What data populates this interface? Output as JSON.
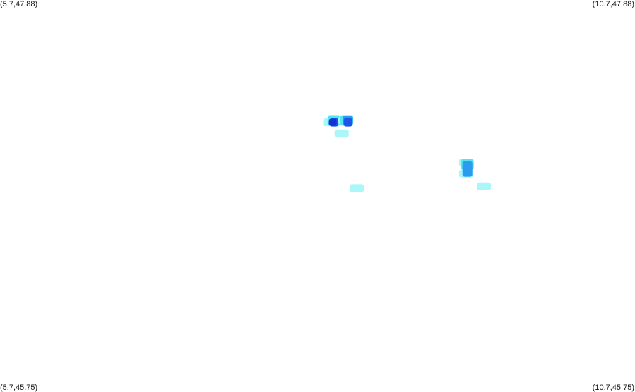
{
  "corners": {
    "top_left": "(5.7,47.88)",
    "top_right": "(10.7,47.88)",
    "bottom_left": "(5.7,45.75)",
    "bottom_right": "(10.7,45.75)"
  },
  "extent": {
    "lon_min": 5.7,
    "lon_max": 10.7,
    "lat_min": 45.75,
    "lat_max": 47.88
  },
  "palette": {
    "low": "#a9f7f8",
    "light": "#55e3f2",
    "mid": "#2a9cf0",
    "high": "#1d55e6",
    "peak": "#1233d6"
  },
  "cells": [
    {
      "lon": 8.3,
      "lat": 47.21,
      "level": "low"
    },
    {
      "lon": 8.33,
      "lat": 47.22,
      "level": "light"
    },
    {
      "lon": 8.33,
      "lat": 47.21,
      "level": "high"
    },
    {
      "lon": 8.32,
      "lat": 47.21,
      "level": "peak"
    },
    {
      "lon": 8.42,
      "lat": 47.22,
      "level": "low"
    },
    {
      "lon": 8.43,
      "lat": 47.22,
      "level": "light"
    },
    {
      "lon": 8.44,
      "lat": 47.22,
      "level": "mid"
    },
    {
      "lon": 8.44,
      "lat": 47.21,
      "level": "high"
    },
    {
      "lon": 8.39,
      "lat": 47.15,
      "level": "low"
    },
    {
      "lon": 9.37,
      "lat": 46.99,
      "level": "low"
    },
    {
      "lon": 9.38,
      "lat": 46.98,
      "level": "light"
    },
    {
      "lon": 9.38,
      "lat": 46.97,
      "level": "mid"
    },
    {
      "lon": 9.37,
      "lat": 46.93,
      "level": "low"
    },
    {
      "lon": 9.38,
      "lat": 46.94,
      "level": "mid"
    },
    {
      "lon": 9.51,
      "lat": 46.86,
      "level": "low"
    },
    {
      "lon": 8.51,
      "lat": 46.85,
      "level": "low"
    }
  ]
}
